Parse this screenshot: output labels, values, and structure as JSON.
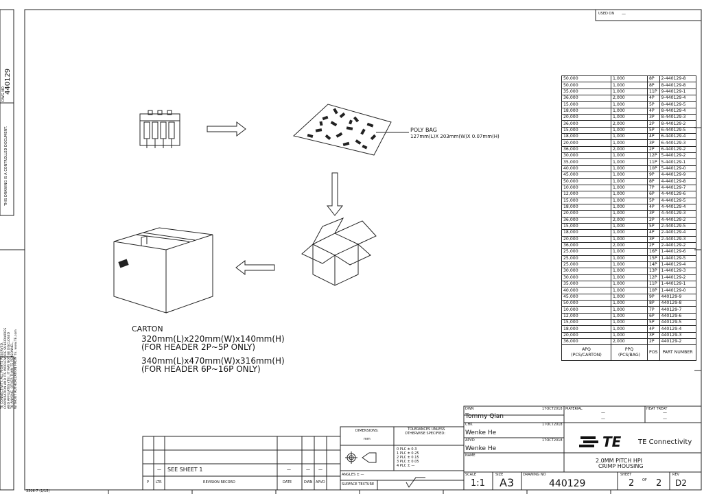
{
  "used_on": {
    "label": "USED ON",
    "value": "—"
  },
  "side": {
    "dwg_label": "DWG NO",
    "dwg_no": "440129",
    "controlled": "THIS DRAWING IS A CONTROLLED DOCUMENT.",
    "legal": [
      "TE CONNECTIVITY. ALL RIGHTS RESERVED.",
      "CORPORATION AND ITS WORLDWIDE SUBSIDIARIES",
      "AND AFFILIATES (TE). IT MAY NOT BE DISCLOSED",
      "TO ANYONE, OTHER THAN TE PERSONNEL,",
      "WITHOUT AUTHORIZATION FROM TE. www.TE.com"
    ]
  },
  "packaging": {
    "poly_bag": "POLY BAG",
    "poly_dims": "127mm(L)X 203mm(W)X 0.07mm(H)",
    "carton_title": "CARTON",
    "carton_1": "320mm(L)x220mm(W)x140mm(H)",
    "carton_1_note": "(FOR HEADER 2P~5P ONLY)",
    "carton_2": "340mm(L)x470mm(W)x316mm(H)",
    "carton_2_note": "(FOR HEADER 6P~16P ONLY)"
  },
  "parts_table": {
    "headers": {
      "apq": "APQ",
      "apq_unit": "(PCS/CARTON)",
      "ppq": "PPQ",
      "ppq_unit": "(PCS/BAG)",
      "pos": "POS",
      "part": "PART NUMBER"
    },
    "rows": [
      [
        "50,000",
        "1,000",
        "8P",
        "2-440129-8"
      ],
      [
        "50,000",
        "1,000",
        "8P",
        "8-440129-8"
      ],
      [
        "35,000",
        "1,000",
        "11P",
        "9-440129-1"
      ],
      [
        "36,000",
        "2,000",
        "4P",
        "9-440129-4"
      ],
      [
        "15,000",
        "1,000",
        "5P",
        "8-440129-5"
      ],
      [
        "18,000",
        "1,000",
        "4P",
        "8-440129-4"
      ],
      [
        "20,000",
        "1,000",
        "3P",
        "8-440129-3"
      ],
      [
        "36,000",
        "2,000",
        "2P",
        "8-440129-2"
      ],
      [
        "15,000",
        "1,000",
        "5P",
        "6-440129-5"
      ],
      [
        "18,000",
        "1,000",
        "4P",
        "6-440129-4"
      ],
      [
        "20,000",
        "1,000",
        "3P",
        "6-440129-3"
      ],
      [
        "36,000",
        "2,000",
        "2P",
        "6-440129-2"
      ],
      [
        "30,000",
        "1,000",
        "12P",
        "5-440129-2"
      ],
      [
        "35,000",
        "1,000",
        "11P",
        "5-440129-1"
      ],
      [
        "40,000",
        "1,000",
        "10P",
        "5-440129-0"
      ],
      [
        "45,000",
        "1,000",
        "9P",
        "4-440129-9"
      ],
      [
        "50,000",
        "1,000",
        "8P",
        "4-440129-8"
      ],
      [
        "10,000",
        "1,000",
        "7P",
        "4-440129-7"
      ],
      [
        "12,000",
        "1,000",
        "6P",
        "4-440129-6"
      ],
      [
        "15,000",
        "1,000",
        "5P",
        "4-440129-5"
      ],
      [
        "18,000",
        "1,000",
        "4P",
        "4-440129-4"
      ],
      [
        "20,000",
        "1,000",
        "3P",
        "4-440129-3"
      ],
      [
        "36,000",
        "2,000",
        "2P",
        "4-440129-2"
      ],
      [
        "15,000",
        "1,000",
        "5P",
        "2-440129-5"
      ],
      [
        "18,000",
        "1,000",
        "4P",
        "2-440129-4"
      ],
      [
        "20,000",
        "1,000",
        "3P",
        "2-440129-3"
      ],
      [
        "36,000",
        "2,000",
        "2P",
        "2-440129-2"
      ],
      [
        "25,000",
        "1,000",
        "16P",
        "1-440129-6"
      ],
      [
        "25,000",
        "1,000",
        "15P",
        "1-440129-5"
      ],
      [
        "25,000",
        "1,000",
        "14P",
        "1-440129-4"
      ],
      [
        "30,000",
        "1,000",
        "13P",
        "1-440129-3"
      ],
      [
        "30,000",
        "1,000",
        "12P",
        "1-440129-2"
      ],
      [
        "35,000",
        "1,000",
        "11P",
        "1-440129-1"
      ],
      [
        "40,000",
        "1,000",
        "10P",
        "1-440129-0"
      ],
      [
        "45,000",
        "1,000",
        "9P",
        "440129-9"
      ],
      [
        "50,000",
        "1,000",
        "8P",
        "440129-8"
      ],
      [
        "10,000",
        "1,000",
        "7P",
        "440129-7"
      ],
      [
        "12,000",
        "1,000",
        "6P",
        "440129-6"
      ],
      [
        "15,000",
        "1,000",
        "5P",
        "440129-5"
      ],
      [
        "18,000",
        "1,000",
        "4P",
        "440129-4"
      ],
      [
        "20,000",
        "1,000",
        "3P",
        "440129-3"
      ],
      [
        "36,000",
        "2,000",
        "2P",
        "440129-2"
      ]
    ]
  },
  "title_block": {
    "dwn_label": "DWN",
    "dwn_name": "Tommy Qian",
    "dwn_date": "17OCT2018",
    "chk_label": "CHK",
    "chk_name": "Wenke He",
    "chk_date": "17OCT2018",
    "apvd_label": "APVD",
    "apvd_name": "Wenke He",
    "apvd_date": "17OCT2018",
    "name_label": "NAME",
    "name_line1": "2.0MM PITCH HPI",
    "name_line2": "CRIMP HOUSING",
    "material_label": "MATERIAL",
    "material_value": "—",
    "heat_treat_label": "HEAT TREAT",
    "heat_treat_value": "—",
    "finish_value": "—",
    "finish_value2": "—",
    "company": "TE Connectivity",
    "logo": "TE",
    "dimensions_label": "DIMENSIONS:",
    "dimensions_unit": "mm",
    "tol_label_1": "TOLERANCES UNLESS",
    "tol_label_2": "OTHERWISE SPECIFIED:",
    "tol": [
      "0 PLC   ±  0.3",
      "1 PLC   ±  0.25",
      "2 PLC   ±  0.15",
      "3 PLC   ±  0.05",
      "4 PLC   ±  —"
    ],
    "angles": "ANGLES ±   —",
    "surface": "SURFACE TEXTURE",
    "scale_label": "SCALE",
    "scale": "1:1",
    "size_label": "SIZE",
    "size": "A3",
    "drawing_no_label": "DRAWING NO",
    "drawing_no": "440129",
    "sheet_label": "SHEET",
    "sheet": "2",
    "of": "OF",
    "sheet_total": "2",
    "rev_label": "REV",
    "rev": "D2"
  },
  "revision": {
    "dash": "—",
    "see_sheet": "SEE SHEET 1",
    "headers": {
      "p": "P",
      "ltr": "LTR",
      "record": "REVISION RECORD",
      "date": "DATE",
      "dwn": "DWN",
      "apvd": "APVD"
    }
  },
  "footer": {
    "form": "3306-7  (1/15)"
  }
}
